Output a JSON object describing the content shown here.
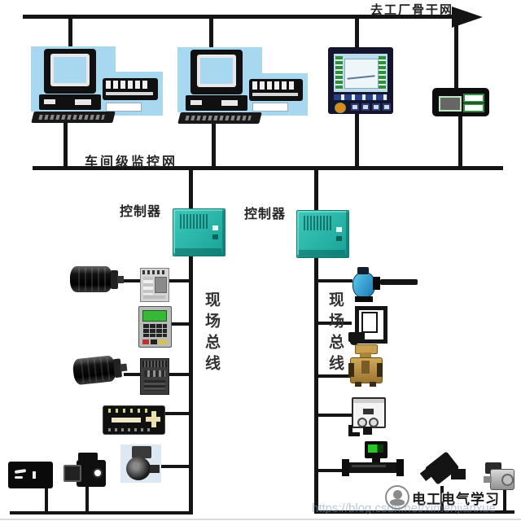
{
  "diagram": {
    "title_context": "factory fieldbus control network diagram",
    "backbone_label": "去工厂骨干网",
    "workshop_label": "车间级监控网",
    "controller_left_label": "控制器",
    "controller_right_label": "控制器",
    "fieldbus_left_label": "现场总线",
    "fieldbus_right_label": "现场总线"
  },
  "watermark": {
    "brand": "电工电气学习",
    "url": "https://blog.csdn.net/ximenjianxue"
  },
  "devices": {
    "top_row": [
      "engineer-workstation-1",
      "printer-1",
      "engineer-workstation-2",
      "printer-2",
      "hmi-operator-panel",
      "remote-io-module"
    ],
    "controllers": [
      "plc-controller-left",
      "plc-controller-right"
    ],
    "left_fieldbus": [
      "servo-motor-1",
      "vfd-drive-1",
      "handheld-keypad",
      "servo-motor-2",
      "vfd-drive-2",
      "fieldbus-io-module",
      "junction-box",
      "encoder-camera",
      "gear-pump"
    ],
    "right_fieldbus": [
      "blue-actuator-valve",
      "frame-valve",
      "brass-control-valve",
      "pressure-transmitter",
      "flow-meter",
      "angle-valve",
      "small-pump"
    ]
  },
  "colors": {
    "line": "#141414",
    "workstation_panel_blue": "#a8d8f0",
    "controller_teal": "#18a295",
    "hmi_navy": "#14142c",
    "hmi_screen_blue": "#bcdcee",
    "actuator_blue": "#2da0d8",
    "valve_brass": "#b89048",
    "keypad_screen_green": "#38b838",
    "meter_display_green": "#28c828",
    "watermark_url_color": "rgba(125,155,190,0.55)"
  }
}
